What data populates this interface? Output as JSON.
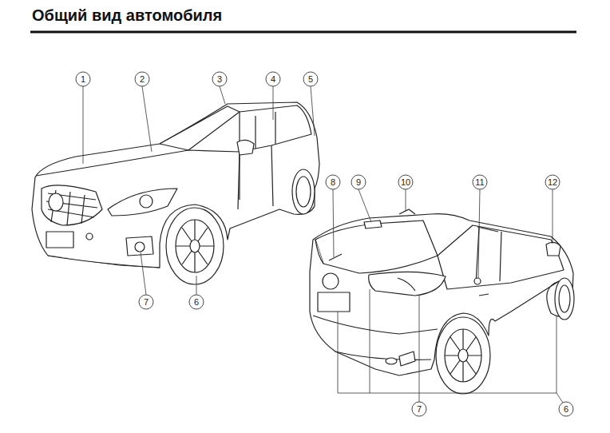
{
  "diagram": {
    "title": "Общий вид автомобиля",
    "labels": [
      "1",
      "2",
      "3",
      "4",
      "5",
      "7",
      "6",
      "8",
      "9",
      "10",
      "11",
      "12",
      "7",
      "6"
    ]
  }
}
